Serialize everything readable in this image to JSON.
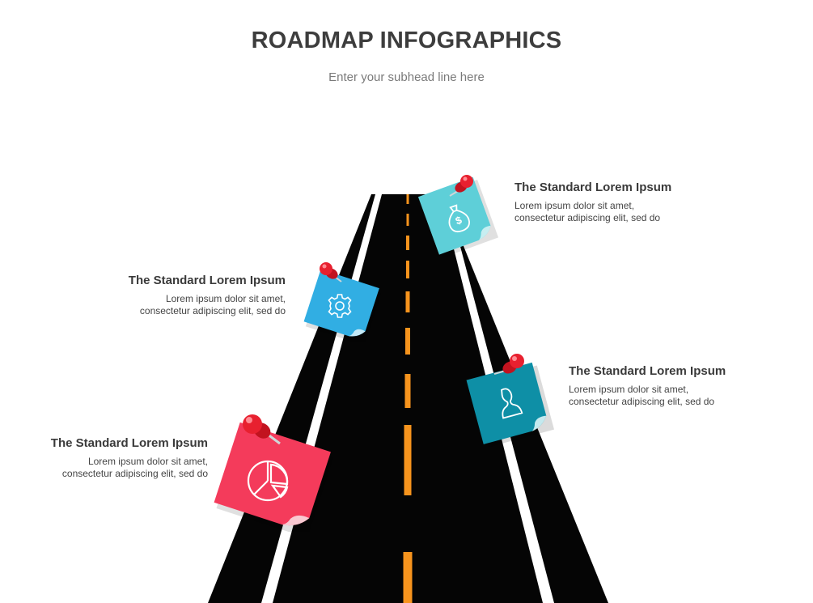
{
  "header": {
    "title": "ROADMAP INFOGRAPHICS",
    "subhead": "Enter your subhead line here"
  },
  "colors": {
    "road": "#050505",
    "lane_line": "#ffffff",
    "center_line": "#f7941d",
    "pin": "#e8202f",
    "note_teal_light": "#5ecfd8",
    "note_blue": "#31aee3",
    "note_teal_dark": "#0e8fa6",
    "note_red": "#f43b5b"
  },
  "milestones": [
    {
      "heading": "The Standard Lorem Ipsum",
      "line1": "Lorem ipsum dolor sit amet,",
      "line2": "consectetur adipiscing elit, sed do",
      "icon": "money-bag-icon",
      "color": "#5ecfd8"
    },
    {
      "heading": "The Standard Lorem Ipsum",
      "line1": "Lorem ipsum dolor sit amet,",
      "line2": "consectetur adipiscing elit, sed do",
      "icon": "gear-icon",
      "color": "#31aee3"
    },
    {
      "heading": "The Standard Lorem Ipsum",
      "line1": "Lorem ipsum dolor sit amet,",
      "line2": "consectetur adipiscing elit, sed do",
      "icon": "user-icon",
      "color": "#0e8fa6"
    },
    {
      "heading": "The Standard Lorem Ipsum",
      "line1": "Lorem ipsum dolor sit amet,",
      "line2": "consectetur adipiscing elit, sed do",
      "icon": "pie-chart-icon",
      "color": "#f43b5b"
    }
  ]
}
